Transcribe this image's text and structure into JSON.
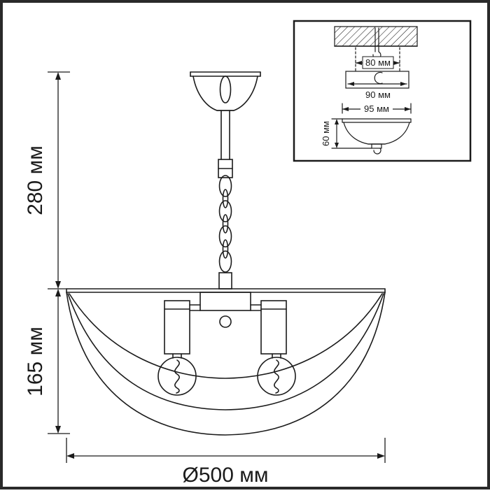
{
  "dimensions": {
    "upper_height": "280 мм",
    "shade_height": "165 мм",
    "diameter": "Ø500 мм"
  },
  "inset": {
    "hole_spacing": "80 мм",
    "plate_width": "90 мм",
    "canopy_width": "95 мм",
    "canopy_height": "60 мм"
  },
  "colors": {
    "line": "#1b1b1b",
    "background": "#ffffff",
    "frame": "#2a2a2a"
  }
}
